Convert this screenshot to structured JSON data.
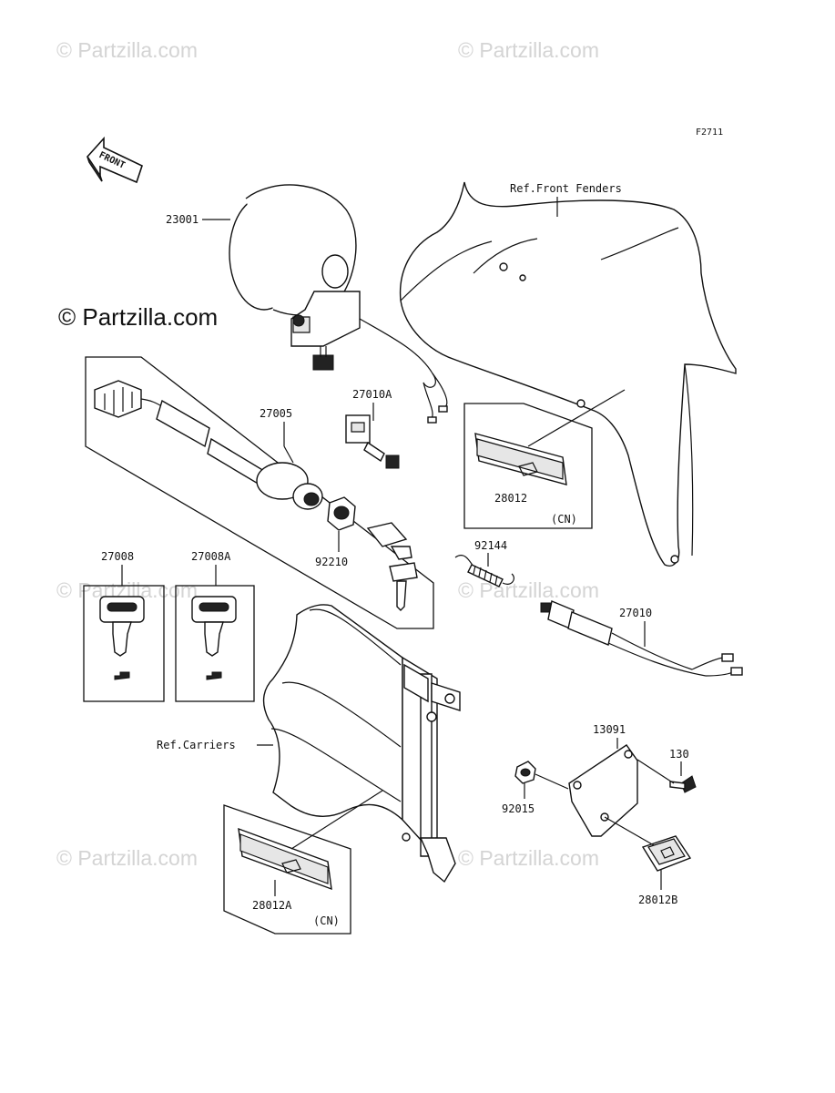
{
  "figure_code": "F2711",
  "brand": "© Partzilla.com",
  "watermark": "© Partzilla.com",
  "front_arrow_label": "FRONT",
  "references": {
    "front_fenders": "Ref.Front Fenders",
    "carriers": "Ref.Carriers"
  },
  "parts": {
    "p23001": "23001",
    "p27005": "27005",
    "p27010A": "27010A",
    "p28012": "28012",
    "p28012_note": "(CN)",
    "p92210": "92210",
    "p27008": "27008",
    "p27008A": "27008A",
    "p92144": "92144",
    "p27010": "27010",
    "p13091": "13091",
    "p130": "130",
    "p92015": "92015",
    "p28012A": "28012A",
    "p28012A_note": "(CN)",
    "p28012B": "28012B"
  }
}
